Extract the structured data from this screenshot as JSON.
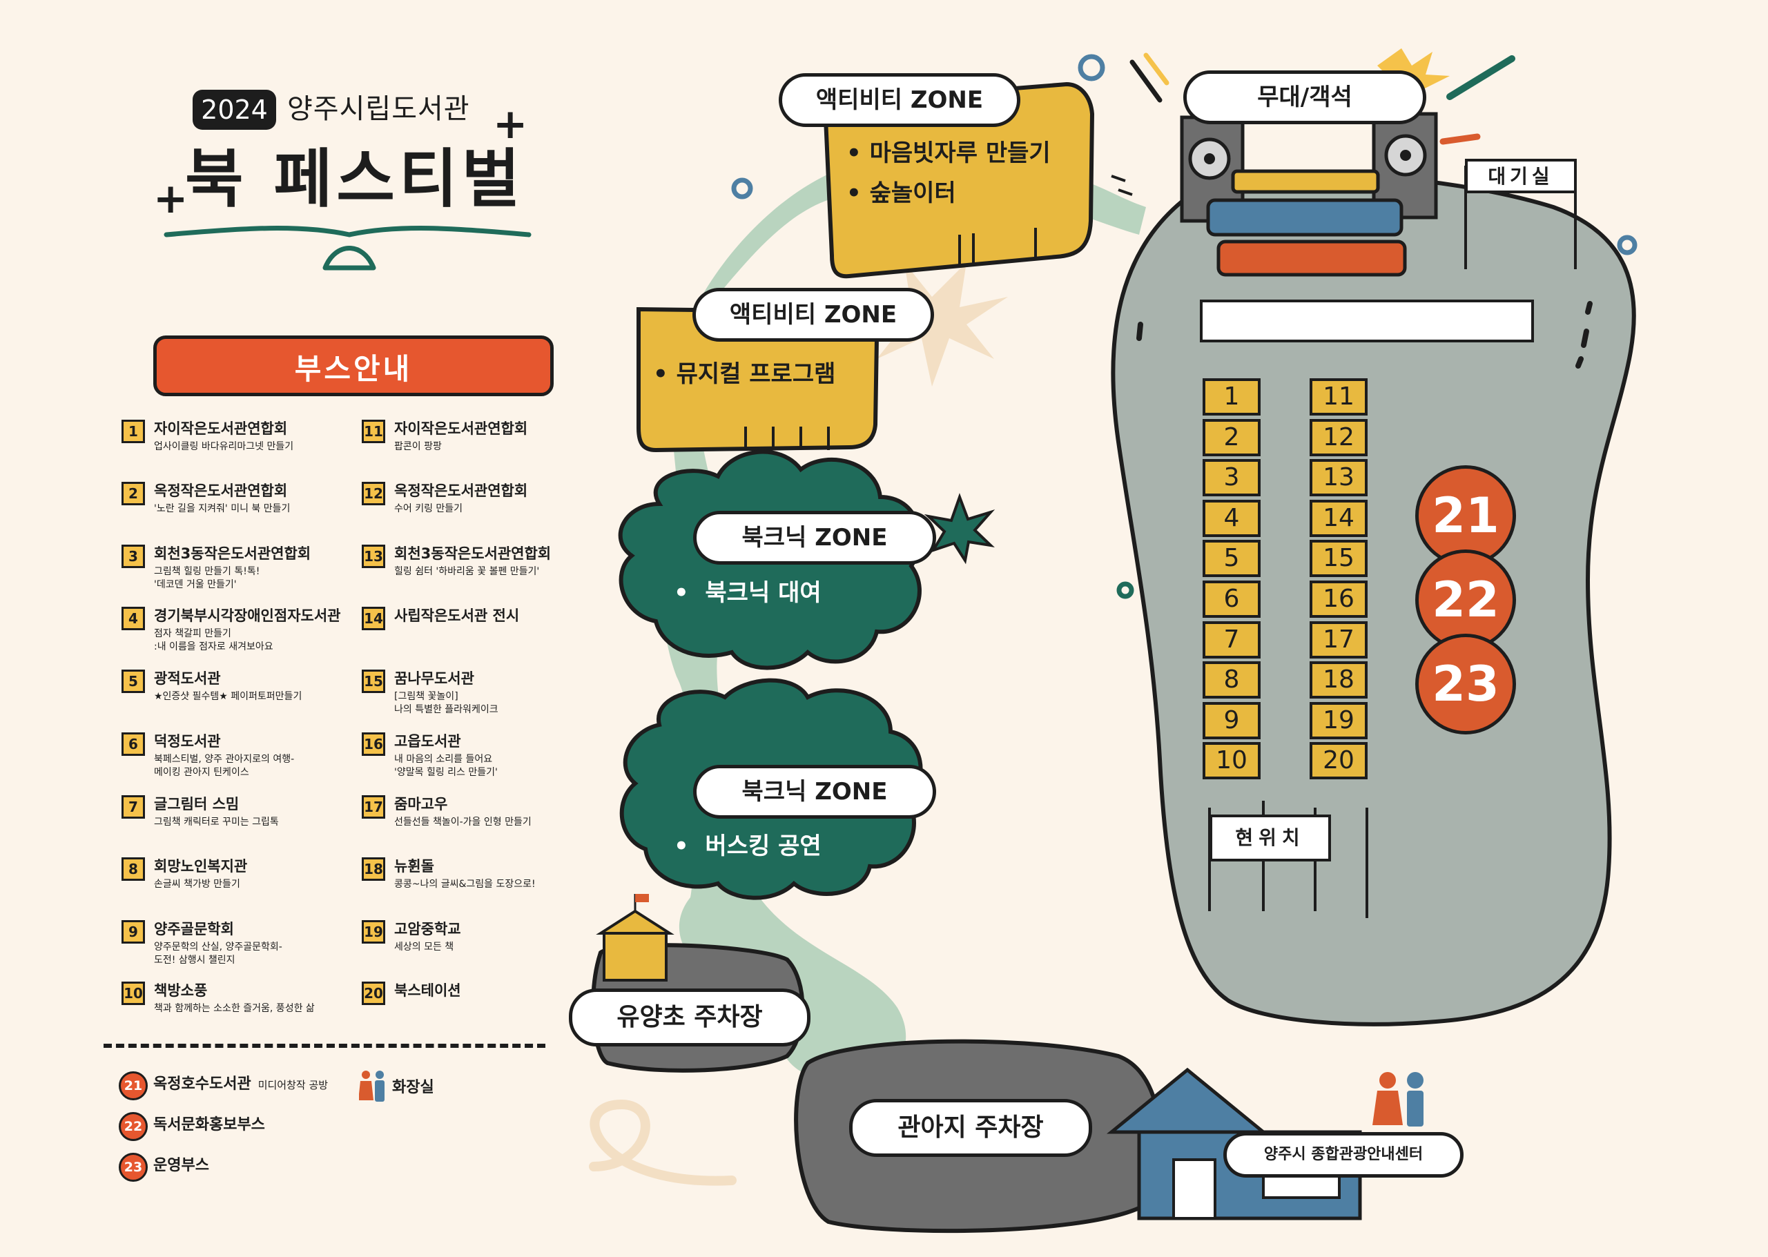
{
  "header": {
    "year": "2024",
    "org": "양주시립도서관",
    "title": "북 페스티벌"
  },
  "booth_guide": {
    "heading": "부스안내",
    "booths": [
      {
        "num": "1",
        "name": "자이작은도서관연합회",
        "desc": "업사이클링 바다유리마그넷 만들기"
      },
      {
        "num": "2",
        "name": "옥정작은도서관연합회",
        "desc": "'노란 길을 지켜줘' 미니 북 만들기"
      },
      {
        "num": "3",
        "name": "회천3동작은도서관연합회",
        "desc": "그림책 힐링 만들기 톡!톡!\n'데코덴 거울 만들기'"
      },
      {
        "num": "4",
        "name": "경기북부시각장애인점자도서관",
        "desc": "점자 책갈피 만들기\n:내 이름을 점자로 새겨보아요"
      },
      {
        "num": "5",
        "name": "광적도서관",
        "desc": "★인증샷 필수템★ 페이퍼토퍼만들기"
      },
      {
        "num": "6",
        "name": "덕정도서관",
        "desc": "북페스티벌, 양주 관아지로의 여행-\n메이킹 관아지 틴케이스"
      },
      {
        "num": "7",
        "name": "글그림터 스밈",
        "desc": "그림책 캐릭터로 꾸미는 그립톡"
      },
      {
        "num": "8",
        "name": "회망노인복지관",
        "desc": "손글씨 책가방 만들기"
      },
      {
        "num": "9",
        "name": "양주골문학회",
        "desc": "양주문학의 산실, 양주골문학회-\n도전! 삼행시 챌린지"
      },
      {
        "num": "10",
        "name": "책방소풍",
        "desc": "책과 함께하는 소소한 즐거움, 풍성한 삶"
      },
      {
        "num": "11",
        "name": "자이작은도서관연합회",
        "desc": "팝콘이 팡팡"
      },
      {
        "num": "12",
        "name": "옥정작은도서관연합회",
        "desc": "수어 키링 만들기"
      },
      {
        "num": "13",
        "name": "회천3동작은도서관연합회",
        "desc": "힐링 쉼터 '하바리움 꽃 볼펜 만들기'"
      },
      {
        "num": "14",
        "name": "사립작은도서관 전시",
        "desc": ""
      },
      {
        "num": "15",
        "name": "꿈나무도서관",
        "desc": "[그림책 꽃놀이]\n나의 특별한 플라워케이크"
      },
      {
        "num": "16",
        "name": "고읍도서관",
        "desc": "내 마음의 소리를 들어요\n'양말목 힐링 리스 만들기'"
      },
      {
        "num": "17",
        "name": "줌마고우",
        "desc": "선들선들 책놀이-가을 인형 만들기"
      },
      {
        "num": "18",
        "name": "뉴휜돌",
        "desc": "콩콩~나의 글씨&그림을 도장으로!"
      },
      {
        "num": "19",
        "name": "고암중학교",
        "desc": "세상의 모든 책"
      },
      {
        "num": "20",
        "name": "북스테이션",
        "desc": ""
      }
    ],
    "extras": [
      {
        "num": "21",
        "name": "옥정호수도서관",
        "sub": "미디어창작 공방"
      },
      {
        "num": "22",
        "name": "독서문화홍보부스",
        "sub": ""
      },
      {
        "num": "23",
        "name": "운영부스",
        "sub": ""
      }
    ],
    "restroom_label": "화장실"
  },
  "map": {
    "activity_zone_1": {
      "label": "액티비티 ZONE",
      "items": [
        "마음빗자루 만들기",
        "숲놀이터"
      ]
    },
    "activity_zone_2": {
      "label": "액티비티 ZONE",
      "items": [
        "뮤지컬 프로그램"
      ]
    },
    "booknic_zone_1": {
      "label": "북크닉 ZONE",
      "items": [
        "북크닉 대여"
      ]
    },
    "booknic_zone_2": {
      "label": "북크닉 ZONE",
      "items": [
        "버스킹 공연"
      ]
    },
    "stage": "무대/객석",
    "waiting_room": "대기실",
    "current_location": "현위치",
    "parking_1": "유양초 주차장",
    "parking_2": "관아지 주차장",
    "tourist_center": "양주시 종합관광안내센터",
    "booth_numbers_left": [
      "1",
      "2",
      "3",
      "4",
      "5",
      "6",
      "7",
      "8",
      "9",
      "10"
    ],
    "booth_numbers_right": [
      "11",
      "12",
      "13",
      "14",
      "15",
      "16",
      "17",
      "18",
      "19",
      "20"
    ],
    "big_booths": [
      "21",
      "22",
      "23"
    ]
  },
  "colors": {
    "background": "#fcf4ea",
    "accent_orange": "#e6572f",
    "booth_yellow": "#e8b93f",
    "tree_green": "#1f6b5a",
    "plaza_gray": "#a9b3ad",
    "parking_gray": "#6e6e6e",
    "path_green": "#b9d4bf"
  }
}
